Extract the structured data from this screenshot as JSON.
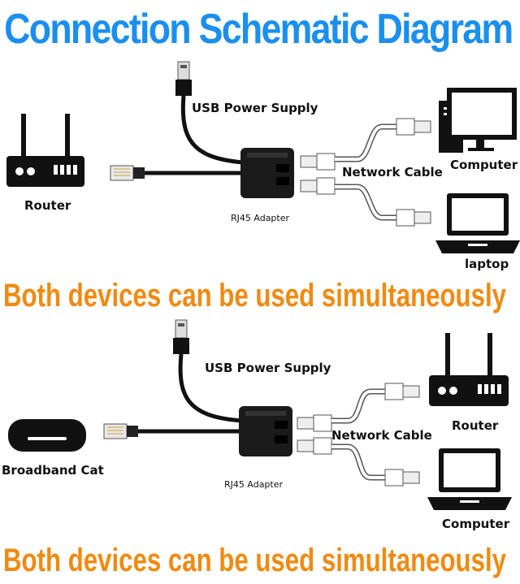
{
  "title": "Connection Schematic Diagram",
  "banner_text": "Both devices can be used simultaneously",
  "diagrams": [
    {
      "left_device": "Router",
      "usb_label": "USB Power Supply",
      "adapter_label": "RJ45 Adapter",
      "cable_label": "Network Cable",
      "top_right_device": "Computer",
      "bottom_right_device": "laptop"
    },
    {
      "left_device": "Broadband Cat",
      "usb_label": "USB Power Supply",
      "adapter_label": "RJ45 Adapter",
      "cable_label": "Network Cable",
      "top_right_device": "Router",
      "bottom_right_device": "Computer"
    }
  ],
  "colors": {
    "title": "#1a8ff0",
    "banner": "#f08a10",
    "ink": "#111111"
  }
}
